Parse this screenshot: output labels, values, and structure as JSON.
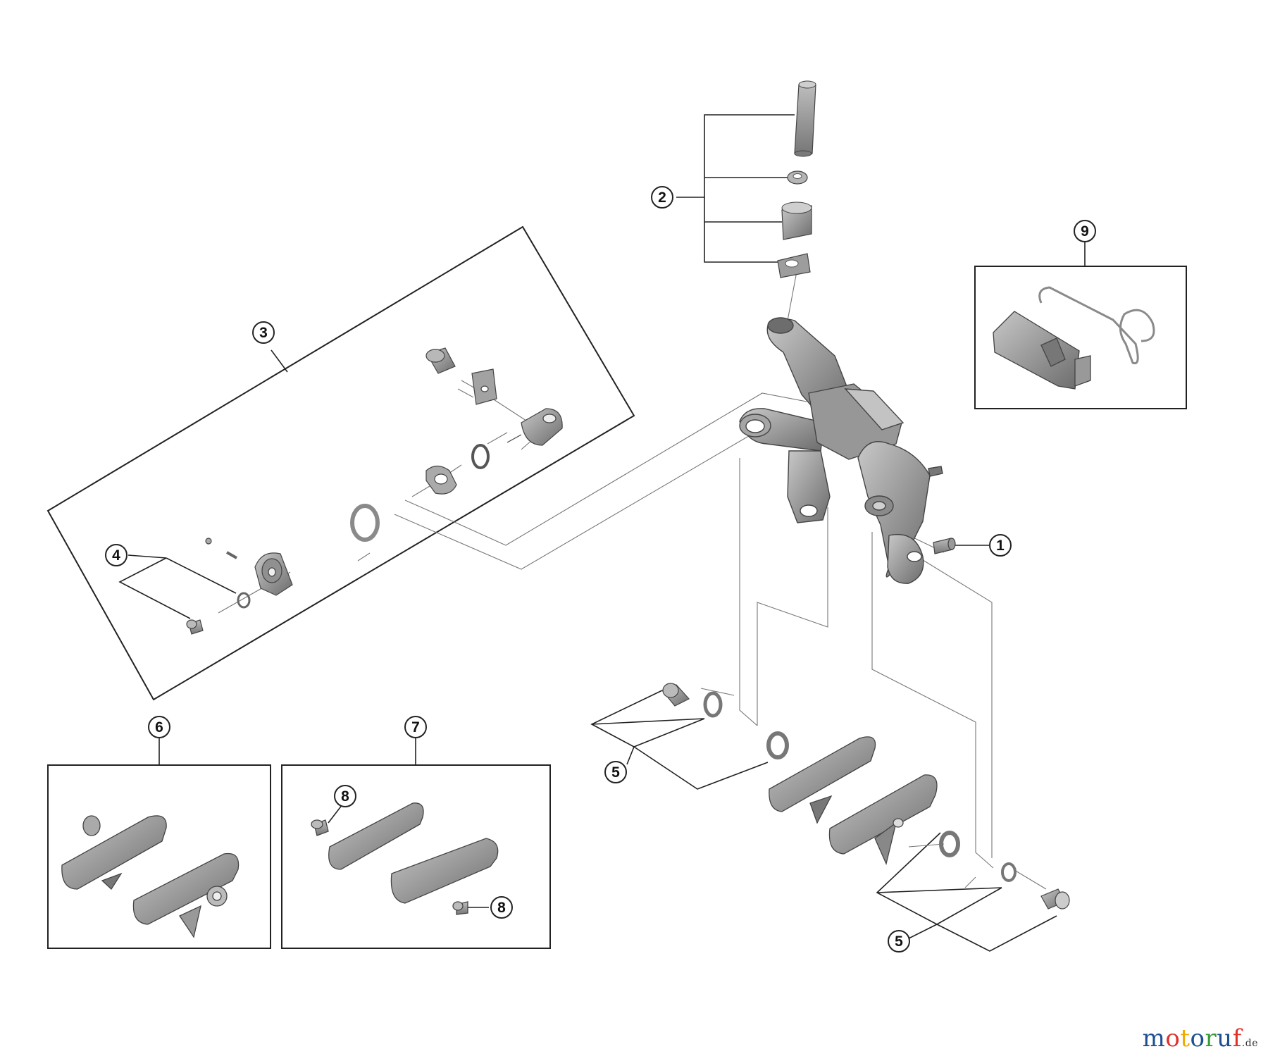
{
  "callouts": {
    "c1": "1",
    "c2": "2",
    "c3": "3",
    "c4": "4",
    "c5a": "5",
    "c5b": "5",
    "c6": "6",
    "c7": "7",
    "c8a": "8",
    "c8b": "8",
    "c9": "9"
  },
  "watermark": {
    "letters": [
      "m",
      "o",
      "t",
      "o",
      "r",
      "u",
      "f"
    ],
    "colors": [
      "#1d4f91",
      "#e0312b",
      "#f2a900",
      "#1d4f91",
      "#3a9a3a",
      "#1d4f91",
      "#e0312b"
    ],
    "suffix": ".de"
  },
  "colors": {
    "line": "#222222",
    "part_light": "#b4b4b4",
    "part_mid": "#8e8e8e",
    "part_dark": "#5e5e5e"
  }
}
